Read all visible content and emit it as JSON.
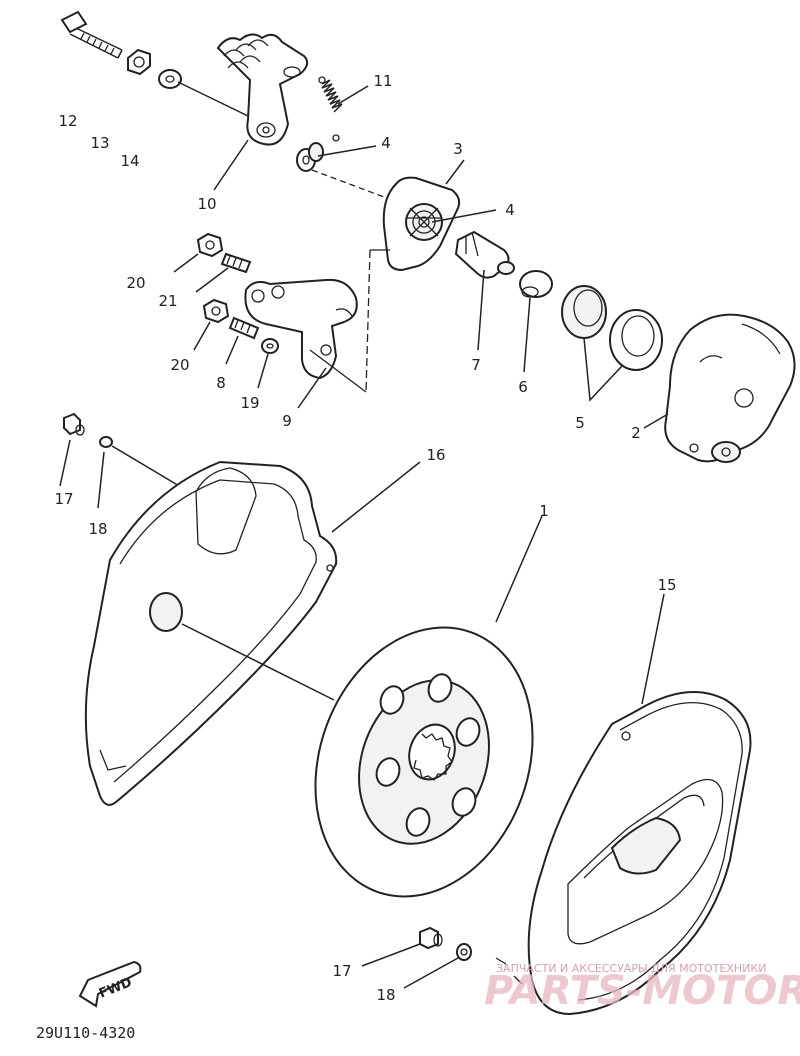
{
  "labels": {
    "p1": "1",
    "p2": "2",
    "p3": "3",
    "p4a": "4",
    "p4b": "4",
    "p5": "5",
    "p6": "6",
    "p7": "7",
    "p8": "8",
    "p9": "9",
    "p10": "10",
    "p11": "11",
    "p12": "12",
    "p13": "13",
    "p14": "14",
    "p15": "15",
    "p16": "16",
    "p17a": "17",
    "p17b": "17",
    "p18a": "18",
    "p18b": "18",
    "p19": "19",
    "p20a": "20",
    "p20b": "20",
    "p21": "21"
  },
  "fwd_label": "FWD",
  "diagram_code": "29U110-4320",
  "watermark": {
    "line1": "ЗАПЧАСТИ И АКСЕССУАРЫ ДЛЯ МОТОТЕХНИКИ",
    "line2": "PARTS-MOTOR.RU"
  }
}
